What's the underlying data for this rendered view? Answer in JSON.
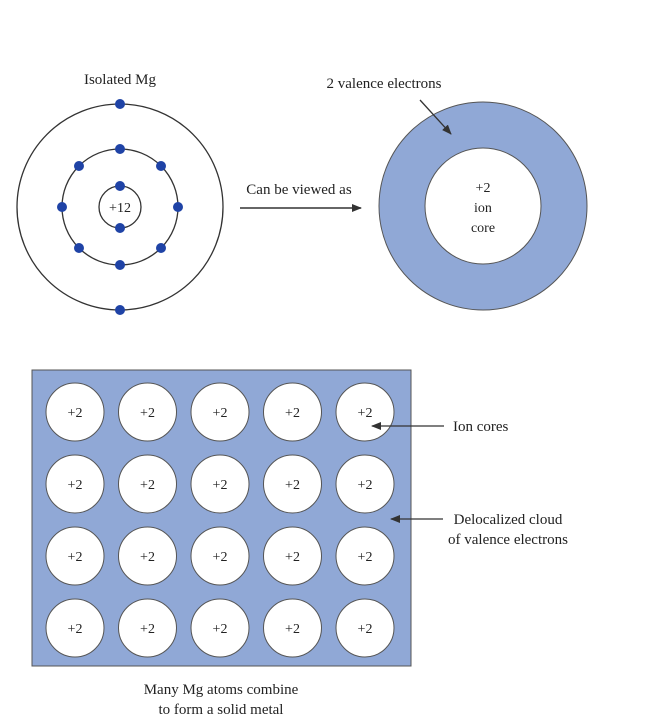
{
  "colors": {
    "electron_cloud": "#90a8d6",
    "electron": "#1f43a6",
    "line": "#333333",
    "text": "#222222"
  },
  "atom": {
    "label": "Isolated Mg",
    "nucleus_label": "+12",
    "shell_electron_counts": [
      2,
      8,
      2
    ]
  },
  "arrow": {
    "label": "Can be viewed as"
  },
  "ion_model": {
    "cloud_label": "2 valence electrons",
    "core_line1": "+2",
    "core_line2": "ion",
    "core_line3": "core"
  },
  "metal": {
    "rows": 4,
    "cols": 5,
    "core_label": "+2",
    "ion_cores_label": "Ion cores",
    "cloud_label_line1": "Delocalized cloud",
    "cloud_label_line2": "of valence electrons",
    "caption_line1": "Many Mg atoms combine",
    "caption_line2": "to form a solid metal"
  }
}
